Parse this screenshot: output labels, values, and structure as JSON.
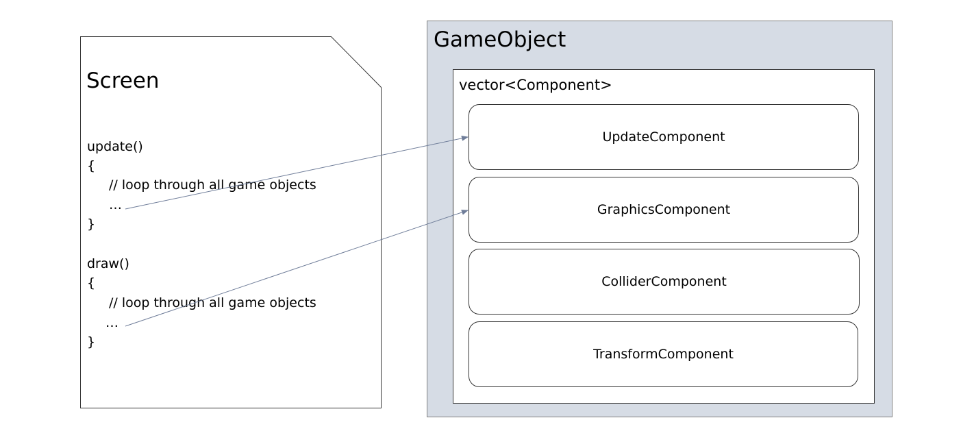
{
  "colors": {
    "gameobject_fill": "#d6dce5",
    "arrow": "#6f7d99",
    "outline": "#333333"
  },
  "screen": {
    "title": "Screen",
    "code_lines": [
      "update()",
      "{",
      "// loop through all game objects",
      "…",
      "}",
      "draw()",
      "{",
      "// loop through all game objects",
      "…",
      "}"
    ]
  },
  "gameobject": {
    "title": "GameObject",
    "vector_label": "vector<Component>",
    "components": [
      "UpdateComponent",
      "GraphicsComponent",
      "ColliderComponent",
      "TransformComponent"
    ]
  },
  "arrows": [
    {
      "from": "screen.code_lines.3",
      "to": "gameobject.components.0"
    },
    {
      "from": "screen.code_lines.8",
      "to": "gameobject.components.1"
    }
  ]
}
